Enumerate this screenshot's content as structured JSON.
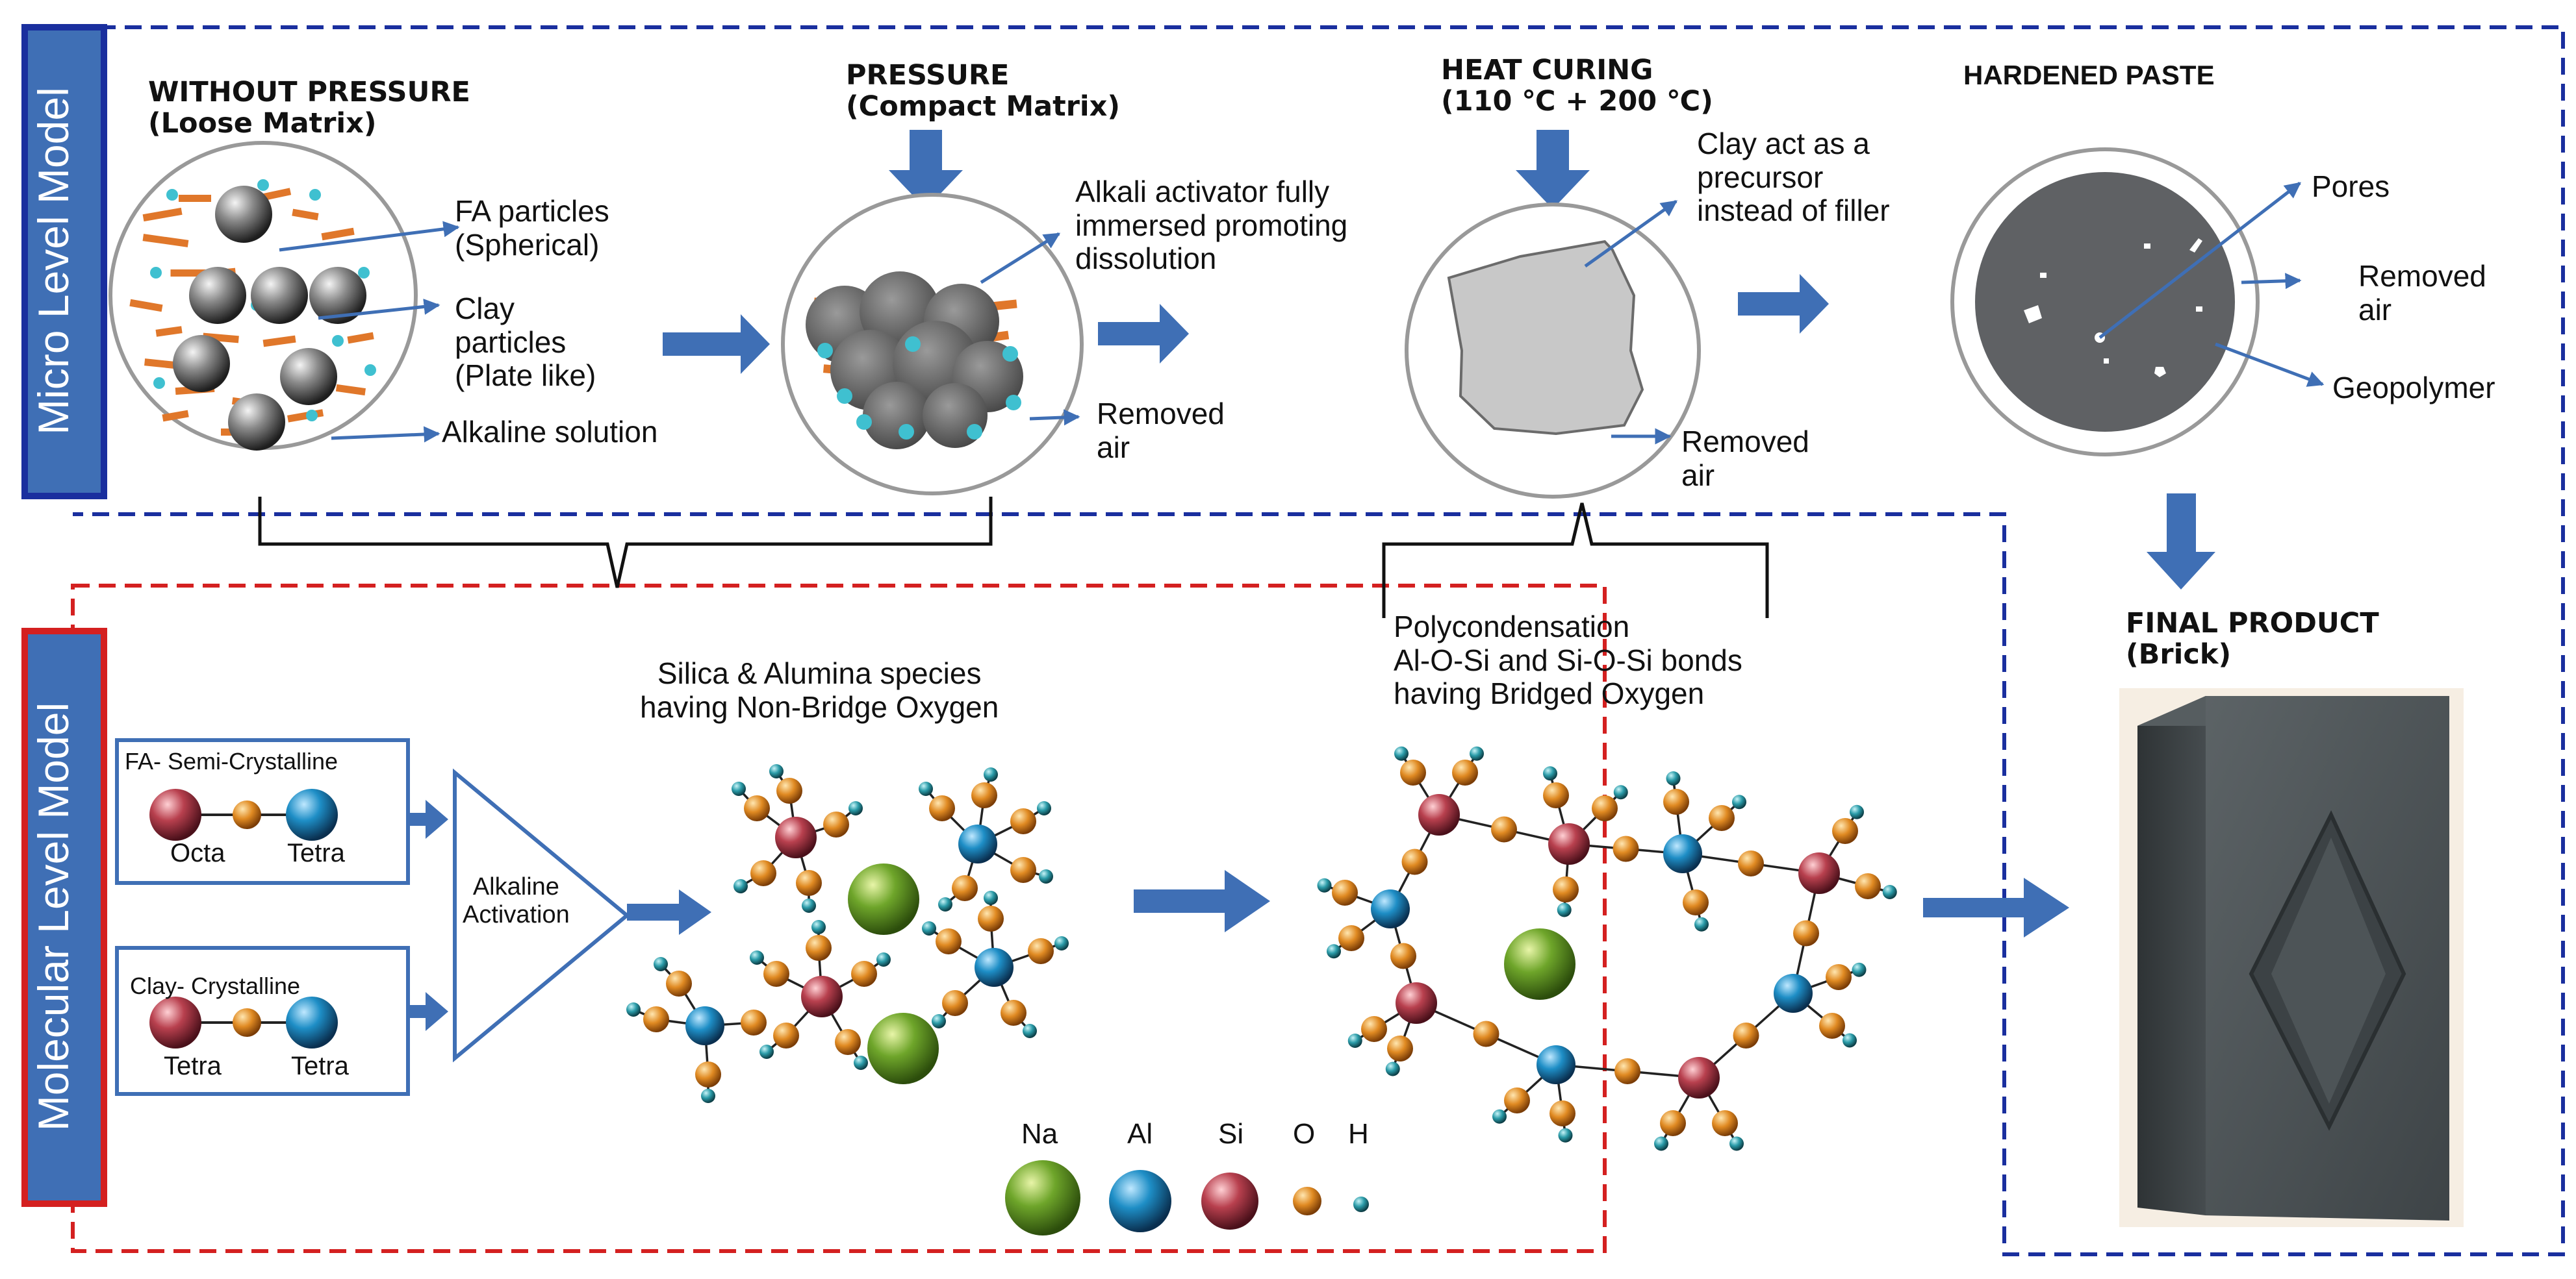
{
  "micro": {
    "side_label": "Micro Level Model",
    "stage1": {
      "title": [
        "WITHOUT PRESSURE",
        "(Loose Matrix)"
      ],
      "fa_label": [
        "FA particles",
        "(Spherical)"
      ],
      "clay_label": [
        "Clay",
        "particles",
        "(Plate like)"
      ],
      "alkaline_label": "Alkaline solution"
    },
    "stage2": {
      "title": [
        "PRESSURE",
        "(Compact Matrix)"
      ],
      "activator_label": [
        "Alkali activator fully",
        "immersed promoting",
        "dissolution"
      ],
      "removed_air": [
        "Removed",
        "air"
      ]
    },
    "stage3": {
      "title": [
        "HEAT CURING",
        "(110 ℃ + 200 ℃)"
      ],
      "precursor_label": [
        "Clay act as a",
        "precursor",
        "instead of filler"
      ],
      "removed_air": [
        "Removed",
        "air"
      ]
    },
    "stage4": {
      "title": "HARDENED PASTE",
      "pores_label": "Pores",
      "removed_air": [
        "Removed",
        "air"
      ],
      "geopolymer_label": "Geopolymer"
    }
  },
  "molecular": {
    "side_label": "Molecular Level Model",
    "fa_box": {
      "title": "FA- Semi-Crystalline",
      "left": "Octa",
      "right": "Tetra"
    },
    "clay_box": {
      "title": "Clay- Crystalline",
      "left": "Tetra",
      "right": "Tetra"
    },
    "activation_label": [
      "Alkaline",
      "Activation"
    ],
    "species_title": [
      "Silica & Alumina species",
      "having Non-Bridge Oxygen"
    ],
    "poly_title": [
      "Polycondensation",
      "Al-O-Si and Si-O-Si bonds",
      "having Bridged Oxygen"
    ],
    "legend": [
      "Na",
      "Al",
      "Si",
      "O",
      "H"
    ]
  },
  "final": {
    "title": [
      "FINAL PRODUCT",
      "(Brick)"
    ]
  },
  "colors": {
    "micro_border": "#1a2f9e",
    "molecular_border": "#d42020",
    "arrow": "#3f6fb5",
    "side_label_bg": "#3f6fb5",
    "clay_plate": "#e0772a",
    "alkaline": "#3fc0d0",
    "na_atom": "#6ea52a",
    "al_atom": "#1e8ec6",
    "si_atom": "#b8404e",
    "o_atom": "#e08a22",
    "h_atom": "#2a9ba8",
    "paste": "#5f6164",
    "brick": "#4d5356"
  }
}
